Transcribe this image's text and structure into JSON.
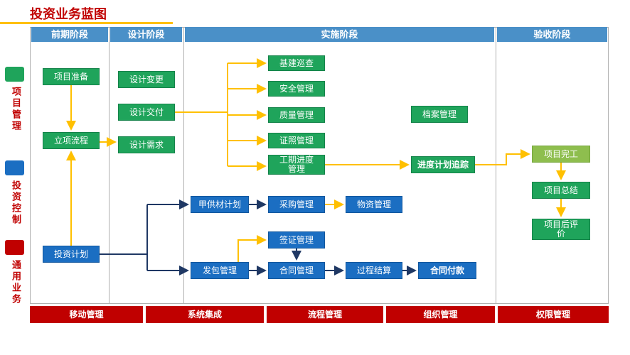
{
  "title": "投资业务蓝图",
  "legend": {
    "items": [
      {
        "label": "项目管理",
        "color": "#1FA45B"
      },
      {
        "label": "投资控制",
        "color": "#1B6EC2"
      },
      {
        "label": "通用业务",
        "color": "#C00000"
      }
    ]
  },
  "phases": [
    {
      "label": "前期阶段"
    },
    {
      "label": "设计阶段"
    },
    {
      "label": "实施阶段"
    },
    {
      "label": "验收阶段"
    }
  ],
  "nodes": {
    "project_prep": "项目准备",
    "project_approval": "立项流程",
    "investment_plan": "投资计划",
    "design_change": "设计变更",
    "design_delivery": "设计交付",
    "design_requirement": "设计需求",
    "infra_inspection": "基建巡查",
    "safety_mgmt": "安全管理",
    "quality_mgmt": "质量管理",
    "license_mgmt": "证照管理",
    "schedule_mgmt": "工期进度管理",
    "archive_mgmt": "档案管理",
    "schedule_tracking": "进度计划追踪",
    "owner_supplied_plan": "甲供材计划",
    "procurement_mgmt": "采购管理",
    "material_mgmt": "物资管理",
    "visa_mgmt": "签证管理",
    "contract_award": "发包管理",
    "contract_mgmt": "合同管理",
    "process_settlement": "过程结算",
    "contract_payment": "合同付款",
    "project_completion": "项目完工",
    "project_summary": "项目总结",
    "post_evaluation": "项目后评价"
  },
  "bottom_bar": [
    {
      "label": "移动管理"
    },
    {
      "label": "系统集成"
    },
    {
      "label": "流程管理"
    },
    {
      "label": "组织管理"
    },
    {
      "label": "权限管理"
    }
  ],
  "colors": {
    "node_green": "#1FA45B",
    "node_light_green": "#8EBE4E",
    "node_blue": "#1B6EC2",
    "phase_header_blue": "#4A90C8",
    "accent_red": "#C00000",
    "arrow_yellow": "#FFC000",
    "arrow_navy": "#1F3864"
  }
}
